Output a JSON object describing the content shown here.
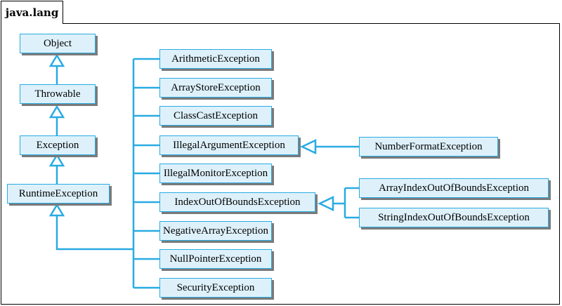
{
  "package": {
    "name": "java.lang"
  },
  "colors": {
    "line": "#29abe2",
    "box_fill": "#def1fb",
    "box_border": "#29abe2",
    "shadow": "#7a7a7a",
    "frame": "#000000"
  },
  "classes": {
    "object": "Object",
    "throwable": "Throwable",
    "exception": "Exception",
    "runtime_exception": "RuntimeException",
    "arithmetic_exception": "ArithmeticException",
    "array_store_exception": "ArrayStoreException",
    "class_cast_exception": "ClassCastException",
    "illegal_argument_exception": "IllegalArgumentException",
    "illegal_monitor_exception": "IllegalMonitorException",
    "index_out_of_bounds_exception": "IndexOutOfBoundsException",
    "negative_array_exception": "NegativeArrayException",
    "null_pointer_exception": "NullPointerException",
    "security_exception": "SecurityException",
    "number_format_exception": "NumberFormatException",
    "array_index_out_of_bounds_exception": "ArrayIndexOutOfBoundsException",
    "string_index_out_of_bounds_exception": "StringIndexOutOfBoundsException"
  }
}
